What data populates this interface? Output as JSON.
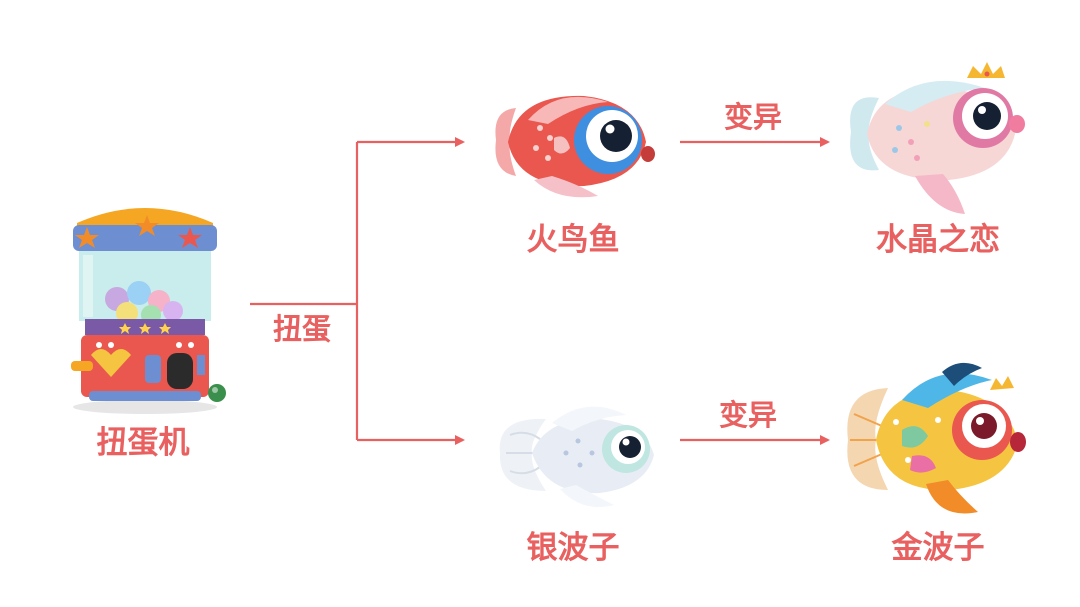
{
  "colors": {
    "accent": "#e8605f"
  },
  "nodes": {
    "machine": {
      "label": "扭蛋机",
      "icon": "gacha-machine-icon"
    },
    "fish_fire_bird": {
      "label": "火鸟鱼",
      "icon": "red-fish-icon"
    },
    "fish_crystal_love": {
      "label": "水晶之恋",
      "icon": "crystal-fish-icon"
    },
    "fish_silver_wave": {
      "label": "银波子",
      "icon": "silver-fish-icon"
    },
    "fish_gold_wave": {
      "label": "金波子",
      "icon": "golden-fish-icon"
    }
  },
  "edges": {
    "gacha": "扭蛋",
    "mutate_top": "变异",
    "mutate_bottom": "变异"
  }
}
